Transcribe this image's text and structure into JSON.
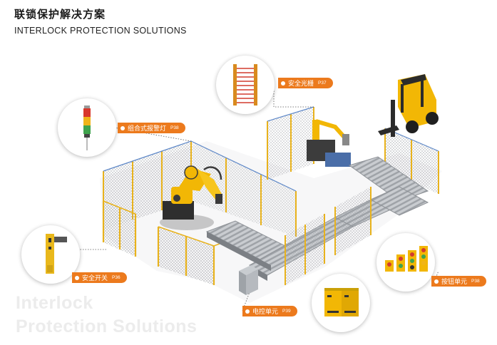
{
  "header": {
    "title_cn": "联锁保护解决方案",
    "title_en": "INTERLOCK PROTECTION SOLUTIONS"
  },
  "watermark": {
    "line1": "Interlock",
    "line2": "Protection Solutions"
  },
  "callouts": [
    {
      "id": "light-curtain",
      "label": "安全光栅",
      "page": "P37"
    },
    {
      "id": "tower-light",
      "label": "组合式报警灯",
      "page": "P38"
    },
    {
      "id": "safety-switch",
      "label": "安全开关",
      "page": "P36"
    },
    {
      "id": "control-unit",
      "label": "电控单元",
      "page": "P39"
    },
    {
      "id": "button-unit",
      "label": "按钮单元",
      "page": "P38"
    }
  ],
  "colors": {
    "accent": "#ec7a1d",
    "fence_frame": "#e8b21c",
    "fence_mesh": "#8c8f93",
    "robot": "#f2b705",
    "forklift": "#2b2b2b"
  }
}
